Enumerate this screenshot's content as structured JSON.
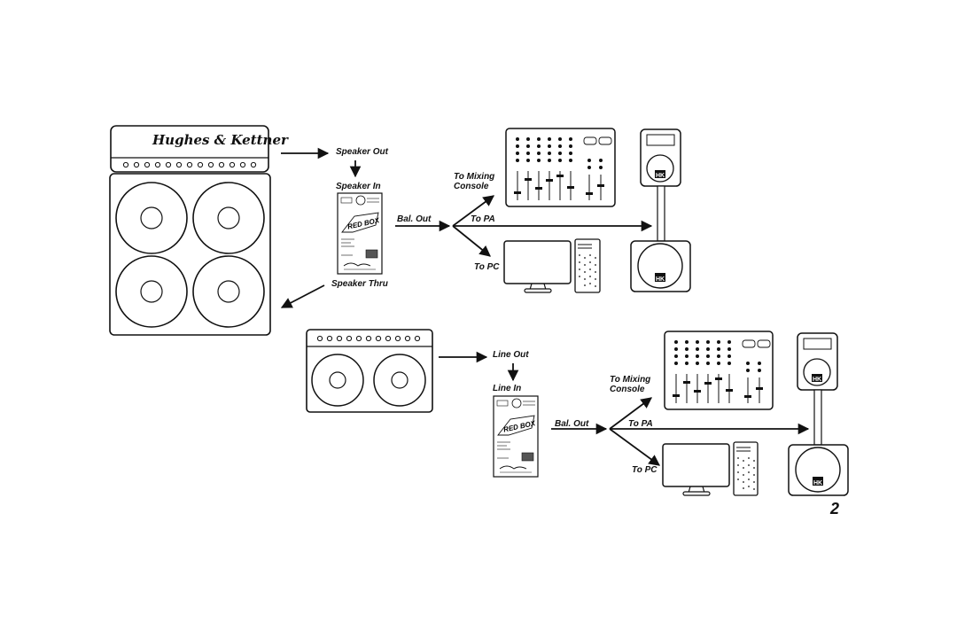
{
  "brand_logo": "Hughes & Kettner",
  "hk_logo": "HK",
  "page_number": "2",
  "top": {
    "speaker_out": "Speaker Out",
    "speaker_in": "Speaker In",
    "speaker_thru": "Speaker Thru",
    "bal_out": "Bal. Out",
    "to_mixing_console": "To Mixing\nConsole",
    "to_pa": "To PA",
    "to_pc": "To PC"
  },
  "bottom": {
    "line_out": "Line Out",
    "line_in": "Line In",
    "bal_out": "Bal. Out",
    "to_mixing_console": "To Mixing\nConsole",
    "to_pa": "To PA",
    "to_pc": "To PC"
  },
  "colors": {
    "line": "#111111",
    "background": "#ffffff",
    "redbox_flag": "#555555"
  }
}
